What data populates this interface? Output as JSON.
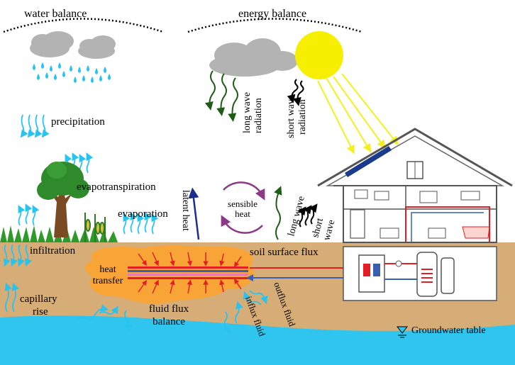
{
  "labels": {
    "water_balance": "water balance",
    "energy_balance": "energy balance",
    "precipitation": "precipitation",
    "long_wave_radiation_1": "long wave",
    "long_wave_radiation_2": "radiation",
    "short_wave_radiation_1": "short wave",
    "short_wave_radiation_2": "radiation",
    "evapotranspiration": "evapotranspiration",
    "evaporation": "evaporation",
    "latent_heat": "latent heat",
    "sensible_heat_1": "sensible",
    "sensible_heat_2": "heat",
    "long_wave": "long wave",
    "short_wave_1": "short",
    "short_wave_2": "wave",
    "infiltration": "infiltration",
    "soil_surface_flux": "soil surface flux",
    "heat_transfer_1": "heat",
    "heat_transfer_2": "transfer",
    "capillary_rise_1": "capillary",
    "capillary_rise_2": "rise",
    "fluid_flux_balance_1": "fluid flux",
    "fluid_flux_balance_2": "balance",
    "influx_fluid": "influx fluid",
    "outflux_fluid": "outflux fluid",
    "groundwater_table": "Groundwater table"
  },
  "colors": {
    "cloud": "#b3b3b3",
    "rain": "#29c3f0",
    "sun": "#f7ef00",
    "sun_ray": "#f4f020",
    "longwave": "#1f5c16",
    "latent": "#1c2d8c",
    "sensible": "#8c3a86",
    "soil": "#d7ad77",
    "groundwater": "#2fc5ee",
    "heat_zone": "#f8a437",
    "pipe_red": "#e31e24",
    "pipe_blue": "#3a5fb0",
    "grass": "#2e9a2a",
    "tree_crown": "#2f8a2b",
    "trunk": "#7a4a22"
  },
  "icons": [
    "cloud-icon",
    "sun-icon",
    "rain-drop-icon",
    "tree-icon",
    "house-icon",
    "heat-pump-icon",
    "solar-panel-icon",
    "groundwater-symbol-icon"
  ]
}
